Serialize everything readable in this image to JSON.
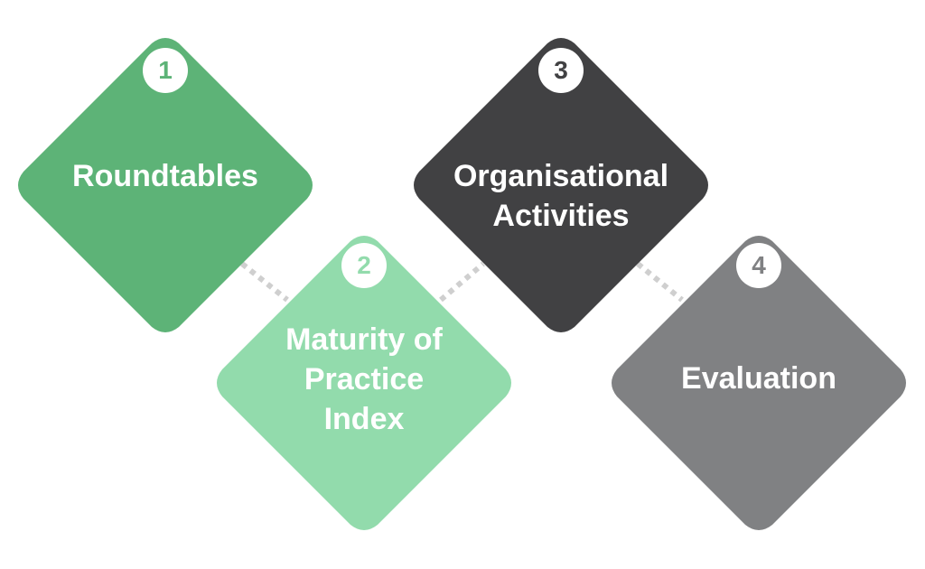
{
  "steps": [
    {
      "number": "1",
      "label": "Roundtables",
      "color": "#5db377",
      "number_color": "#5db377"
    },
    {
      "number": "2",
      "label": "Maturity of Practice Index",
      "color": "#92dbac",
      "number_color": "#92dbac"
    },
    {
      "number": "3",
      "label": "Organisational Activities",
      "color": "#414143",
      "number_color": "#414143"
    },
    {
      "number": "4",
      "label": "Evaluation",
      "color": "#808183",
      "number_color": "#808183"
    }
  ],
  "connector_color": "#cfcfcf"
}
